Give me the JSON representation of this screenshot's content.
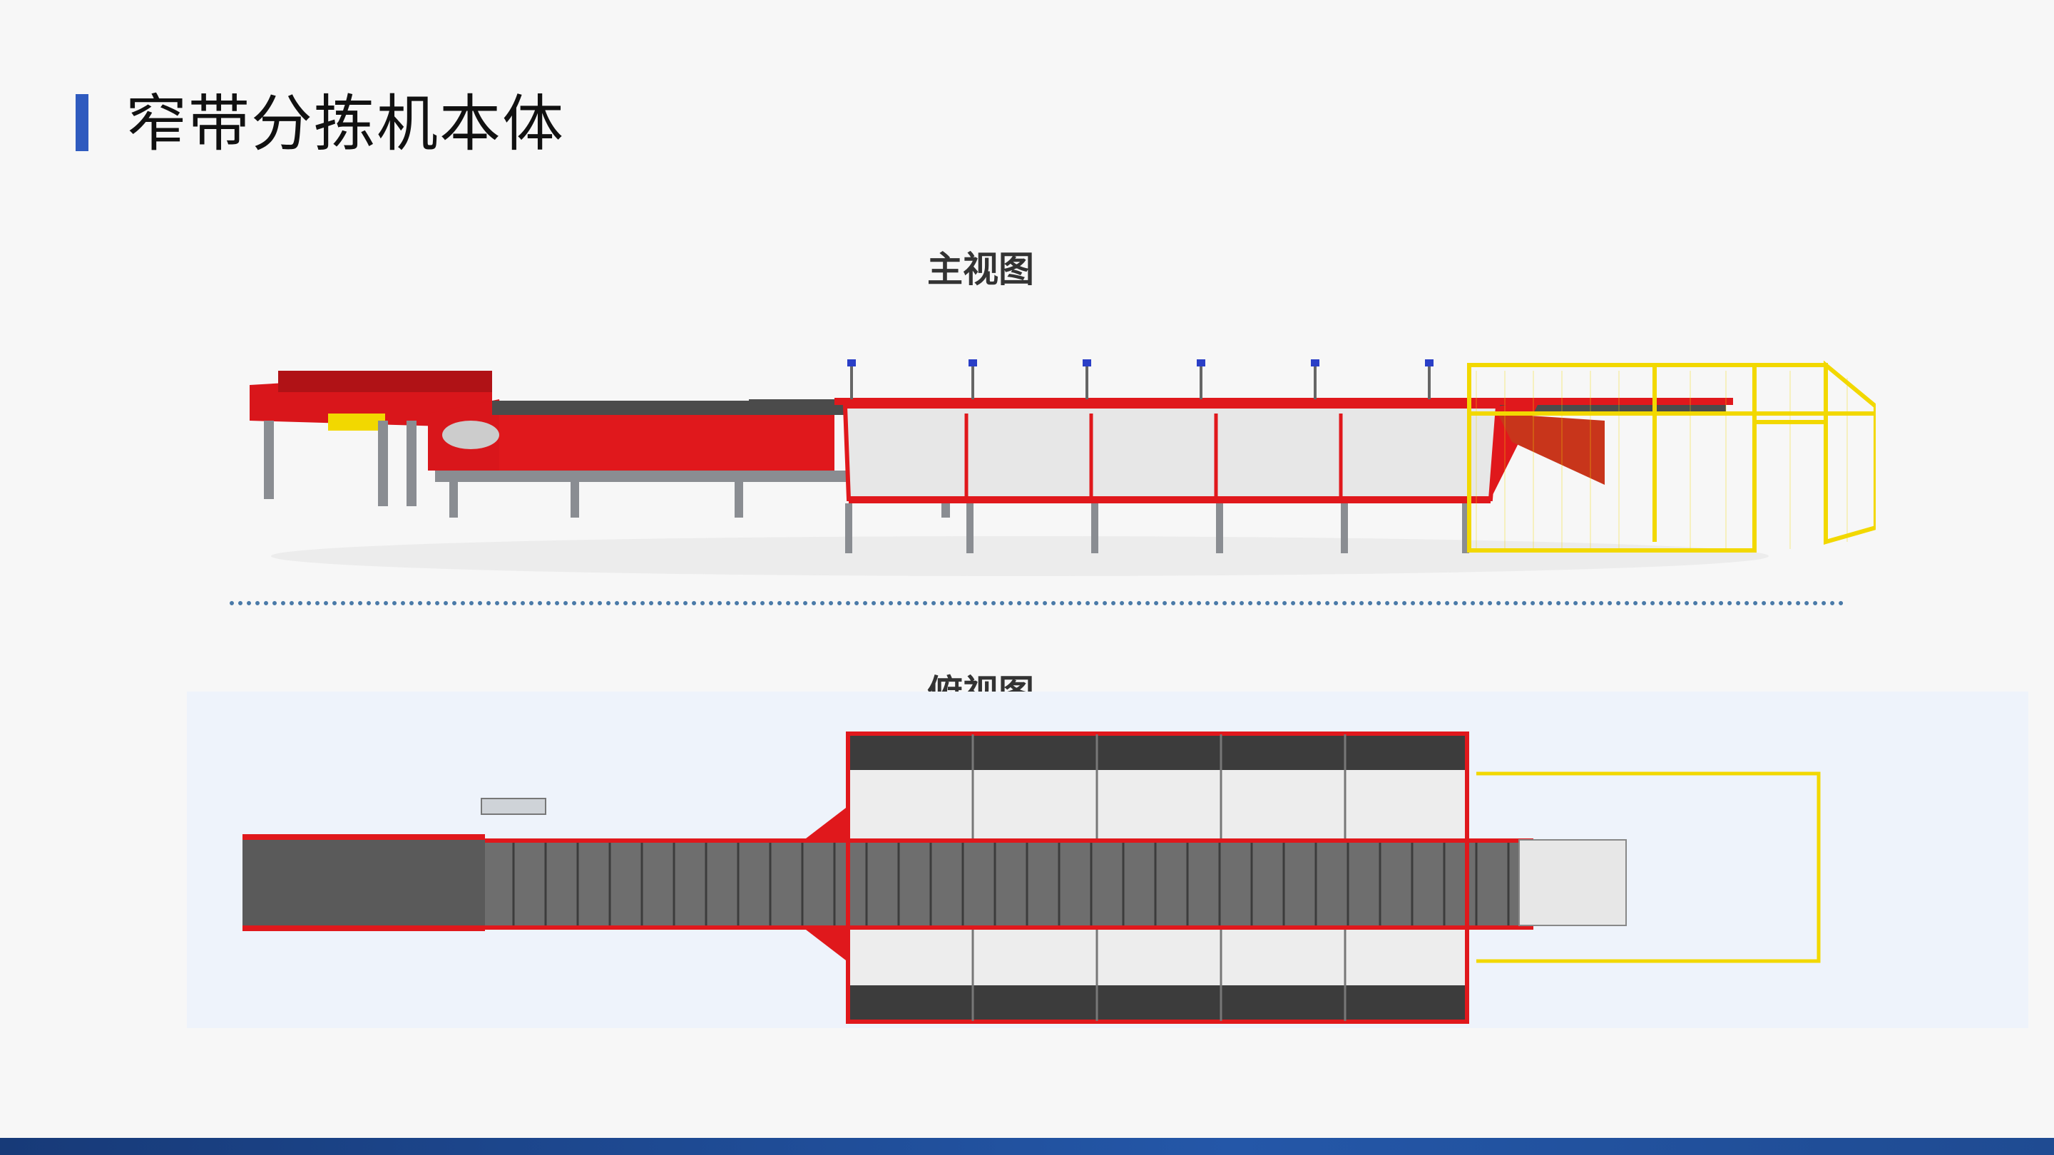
{
  "page": {
    "title": "窄带分拣机本体",
    "accent_color": "#2f5bbf",
    "footer_color": "#1f4b92"
  },
  "views": {
    "front_label": "主视图",
    "top_label": "俯视图"
  },
  "colors": {
    "frame_red": "#e0181c",
    "belt_gray": "#5a5a5a",
    "fence_yellow": "#f2d800",
    "leg_gray": "#8a8d92"
  }
}
